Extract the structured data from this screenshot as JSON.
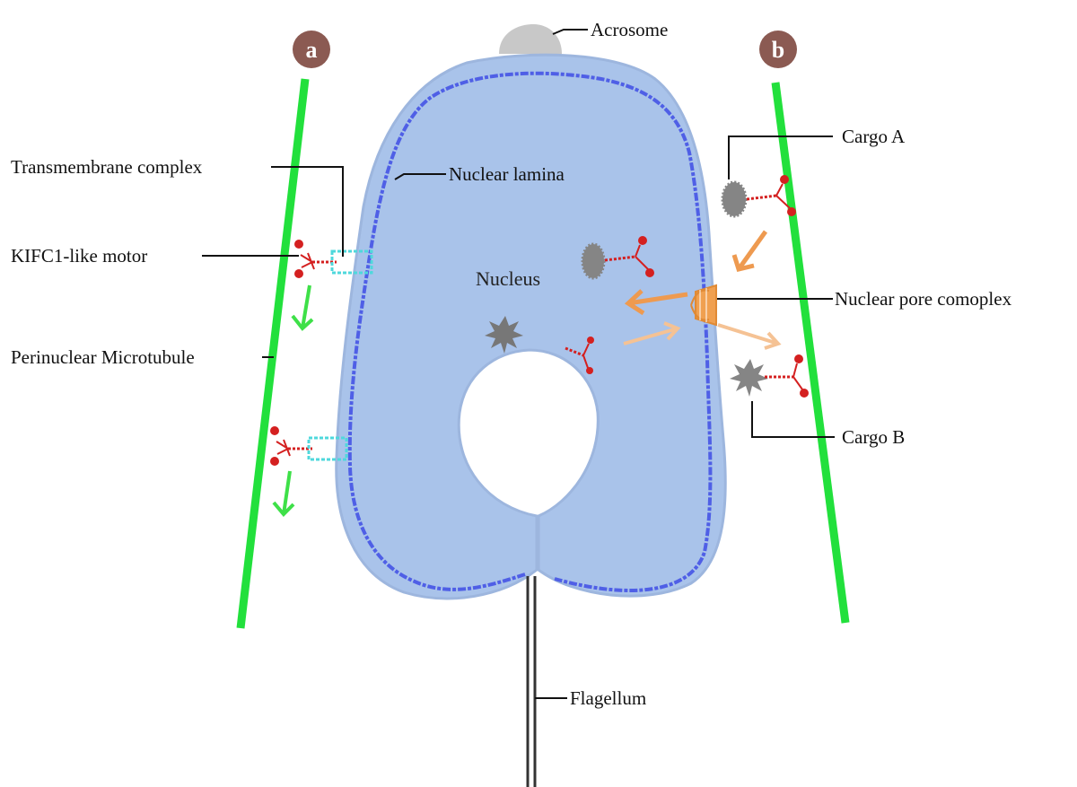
{
  "panels": {
    "a": {
      "letter": "a"
    },
    "b": {
      "letter": "b"
    }
  },
  "labels": {
    "acrosome": "Acrosome",
    "nuclear_lamina": "Nuclear lamina",
    "nucleus": "Nucleus",
    "transmembrane_complex": "Transmembrane complex",
    "kifc1_motor": "KIFC1-like motor",
    "perinuclear_microtubule": "Perinuclear Microtubule",
    "cargo_a": "Cargo A",
    "nuclear_pore_complex": "Nuclear pore comoplex",
    "cargo_b": "Cargo B",
    "flagellum": "Flagellum"
  },
  "colors": {
    "badge": "#8b5a52",
    "microtubule": "#22e03c",
    "nucleus_fill": "#a9c3ea",
    "nucleus_edge": "#9db6de",
    "lamina": "#4f5fe6",
    "acrosome": "#c8c8c8",
    "motor": "#d42020",
    "transmembrane": "#4fd8dc",
    "pore": "#f0a050",
    "arrow_strong": "#ee9a50",
    "arrow_light": "#f5c294",
    "arrow_green": "#3ee048",
    "cargo": "#858585",
    "flagellum": "#333333"
  }
}
